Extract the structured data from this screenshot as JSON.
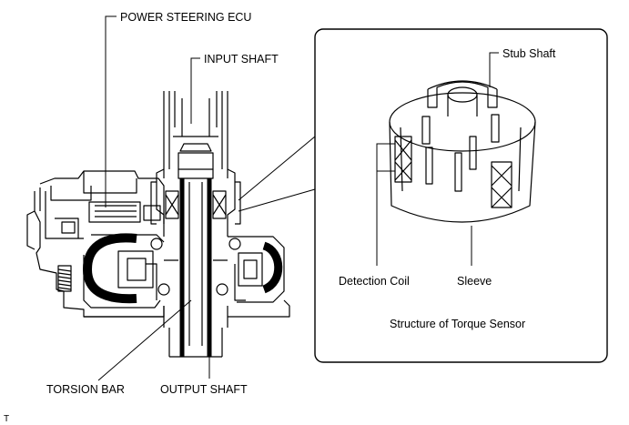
{
  "diagram": {
    "labels": {
      "power_steering_ecu": "POWER STEERING ECU",
      "input_shaft": "INPUT SHAFT",
      "torsion_bar": "TORSION BAR",
      "output_shaft": "OUTPUT SHAFT",
      "stub_shaft": "Stub Shaft",
      "detection_coil": "Detection Coil",
      "sleeve": "Sleeve"
    },
    "inset_caption": "Structure of Torque Sensor",
    "corner_mark": "T"
  }
}
